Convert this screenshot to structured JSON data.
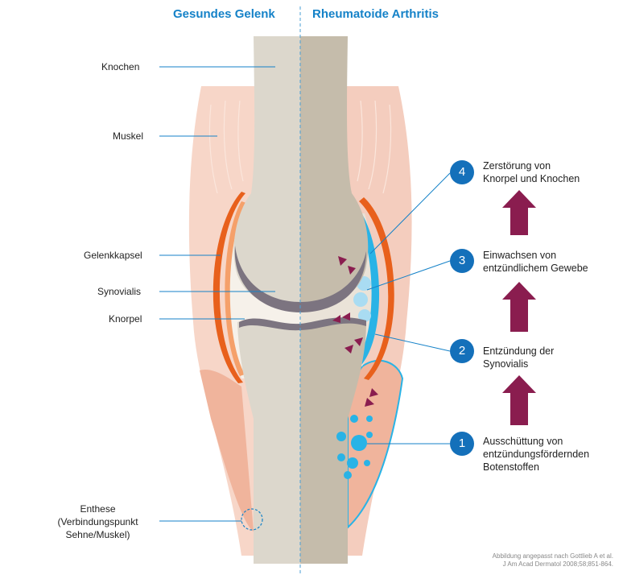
{
  "titles": {
    "healthy": "Gesundes Gelenk",
    "ra": "Rheumatoide Arthritis"
  },
  "labels": {
    "knochen": "Knochen",
    "muskel": "Muskel",
    "gelenkkapsel": "Gelenkkapsel",
    "synovialis": "Synovialis",
    "knorpel": "Knorpel",
    "enthese_1": "Enthese",
    "enthese_2": "(Verbindungspunkt",
    "enthese_3": "Sehne/Muskel)"
  },
  "steps": [
    {
      "number": "4",
      "line1": "Zerstörung von",
      "line2": "Knorpel und Knochen",
      "line3": ""
    },
    {
      "number": "3",
      "line1": "Einwachsen von",
      "line2": "entzündlichem Gewebe",
      "line3": ""
    },
    {
      "number": "2",
      "line1": "Entzündung der",
      "line2": "Synovialis",
      "line3": ""
    },
    {
      "number": "1",
      "line1": "Ausschüttung von",
      "line2": "entzündungsfördernden",
      "line3": "Botenstoffen"
    }
  ],
  "credit": {
    "line1": "Abbildung angepasst nach Gottlieb A et al.",
    "line2": "J Am Acad Dermatol 2008;58;851-864."
  },
  "colors": {
    "title_blue": "#1582c8",
    "badge_blue": "#1470ba",
    "arrow_purple": "#8a1d4f",
    "capsule_orange": "#e8601c",
    "muscle_pink": "#f7d6c8",
    "bone_healthy": "#dcd7cc",
    "bone_ra": "#c5bcab",
    "inflamed_blue": "#29b3e6"
  }
}
